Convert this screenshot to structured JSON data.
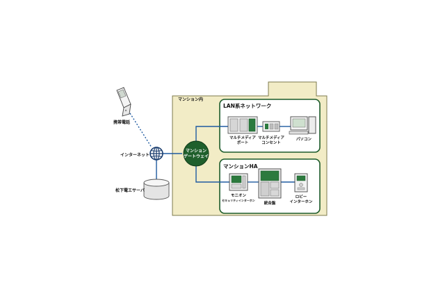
{
  "building": {
    "label": "マンション内"
  },
  "lan": {
    "title": "LAN系ネットワーク",
    "items": {
      "port_line1": "マルチメディア",
      "port_line2": "ポート",
      "outlet_line1": "マルチメディア",
      "outlet_line2": "コンセント",
      "pc": "パソコン"
    }
  },
  "ha": {
    "title": "マンションHA",
    "items": {
      "monitor_line1": "モニオン",
      "monitor_line2": "セキュリティインターホン",
      "panel": "統合盤",
      "lobby_line1": "ロビー",
      "lobby_line2": "インターホン"
    }
  },
  "gateway": {
    "line1": "マンション",
    "line2": "ゲートウェイ"
  },
  "external": {
    "phone": "携帯電話",
    "internet": "インターネット",
    "server": "松下電エサーバ"
  },
  "colors": {
    "container_fill": "#f2ecc6",
    "container_stroke": "#7c7a4c",
    "panel_stroke": "#1b5a2a",
    "link": "#1e5aa0",
    "gateway": "#1f5f2c"
  }
}
